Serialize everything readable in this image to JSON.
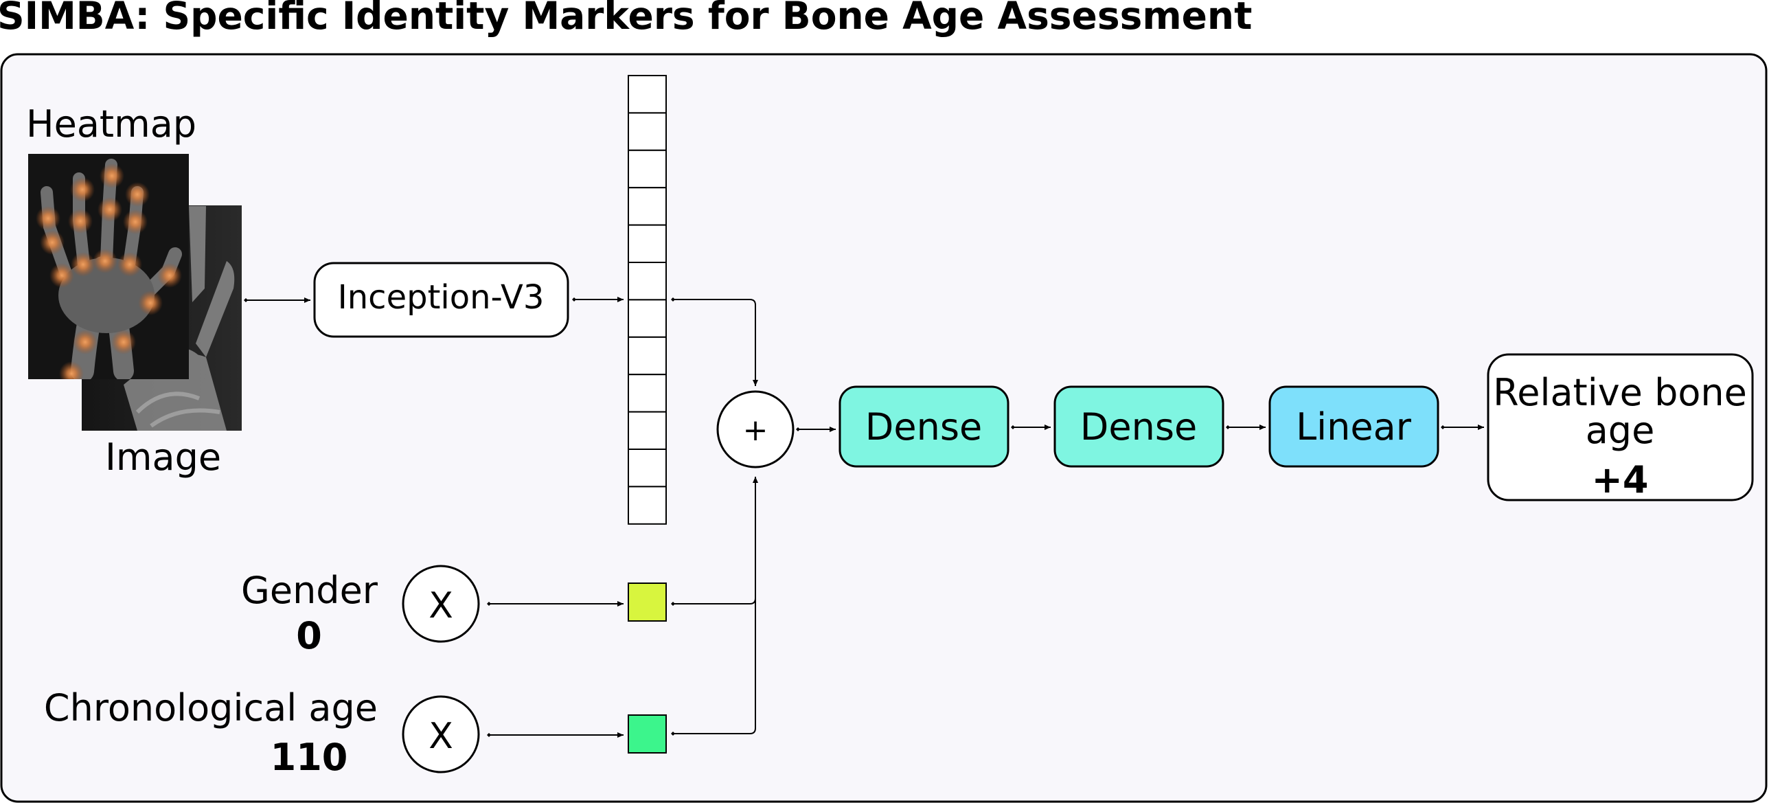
{
  "title": "SIMBA: Specific Identity Markers for Bone Age Assessment",
  "inputs": {
    "heatmap_label": "Heatmap",
    "image_label": "Image",
    "gender_label": "Gender",
    "gender_value": "0",
    "age_label": "Chronological age",
    "age_value": "110"
  },
  "blocks": {
    "backbone": "Inception-V3",
    "concat_symbol": "+",
    "multiply_symbol": "X",
    "dense_1": "Dense",
    "dense_2": "Dense",
    "linear": "Linear"
  },
  "output": {
    "label_line1": "Relative bone",
    "label_line2": "age",
    "value": "+4"
  },
  "colors": {
    "panel_bg": "#f8f7fb",
    "dense": "#7ff5e1",
    "linear": "#7ee0fb",
    "gender_vector": "#d8f53e",
    "age_vector": "#3cf58c",
    "heatmap_marker": "#e8904a"
  },
  "icons": {
    "heatmap": "hand-xray-heatmap-icon",
    "image": "hand-xray-icon"
  }
}
